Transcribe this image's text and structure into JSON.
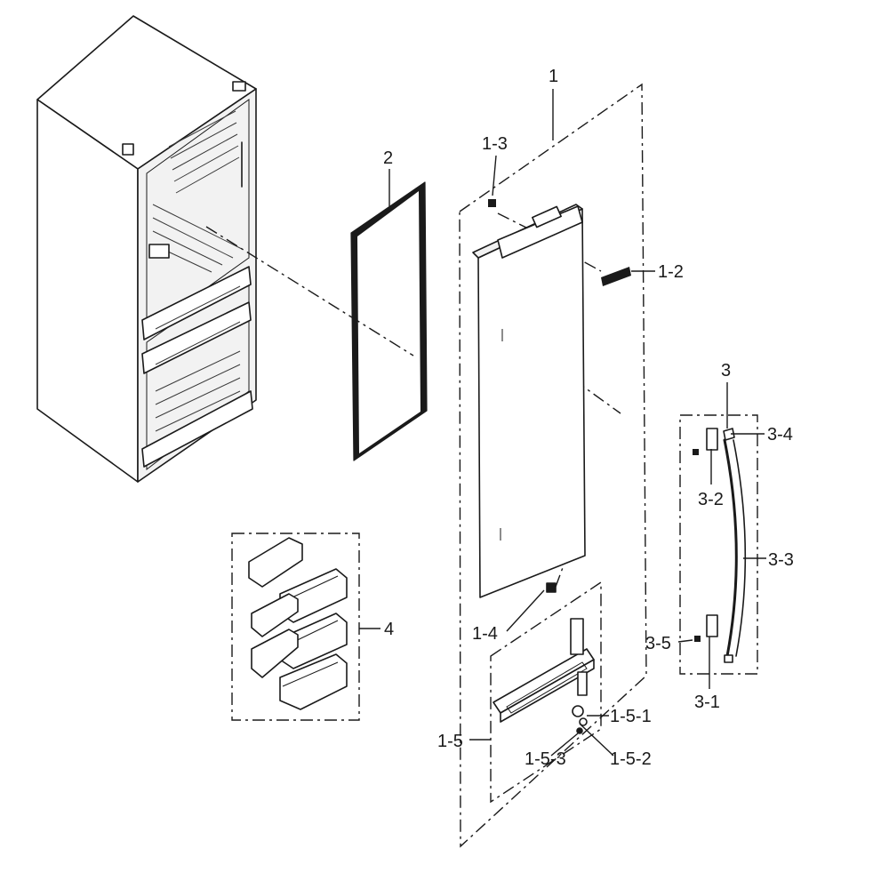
{
  "callouts": {
    "c1": "1",
    "c1_3": "1-3",
    "c1_2": "1-2",
    "c2": "2",
    "c1_4": "1-4",
    "c1_5": "1-5",
    "c1_5_1": "1-5-1",
    "c1_5_2": "1-5-2",
    "c1_5_3": "1-5-3",
    "c3": "3",
    "c3_1": "3-1",
    "c3_2": "3-2",
    "c3_3": "3-3",
    "c3_4": "3-4",
    "c3_5": "3-5",
    "c4": "4"
  },
  "colors": {
    "ink": "#1a1a1a",
    "background": "#ffffff"
  }
}
